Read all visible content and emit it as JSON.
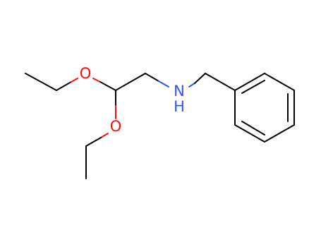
{
  "molecule": {
    "atoms": {
      "oxygen_top": {
        "label": "O",
        "element": "oxygen",
        "color": "#ff0d0d"
      },
      "oxygen_bottom": {
        "label": "O",
        "element": "oxygen",
        "color": "#ff0d0d"
      },
      "nitrogen": {
        "label": "N",
        "element": "nitrogen",
        "color": "#3050f8"
      },
      "nitrogen_h": {
        "label": "H",
        "element": "hydrogen",
        "color": "#3050f8"
      }
    },
    "bond_color": "#000000",
    "background": "#ffffff"
  }
}
